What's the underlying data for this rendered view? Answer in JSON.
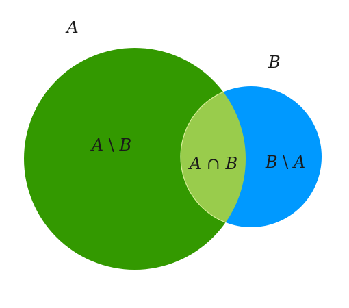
{
  "sets": {
    "a": {
      "name": "A",
      "color": "#339900"
    },
    "b": {
      "name": "B",
      "color": "#0099ff"
    }
  },
  "regions": {
    "a_minus_b": {
      "label_left": "A",
      "operator": "\\",
      "label_right": "B"
    },
    "intersection": {
      "label_left": "A",
      "operator": "∩",
      "label_right": "B",
      "color": "#99cc4c"
    },
    "b_minus_a": {
      "label_left": "B",
      "operator": "\\",
      "label_right": "A"
    }
  }
}
